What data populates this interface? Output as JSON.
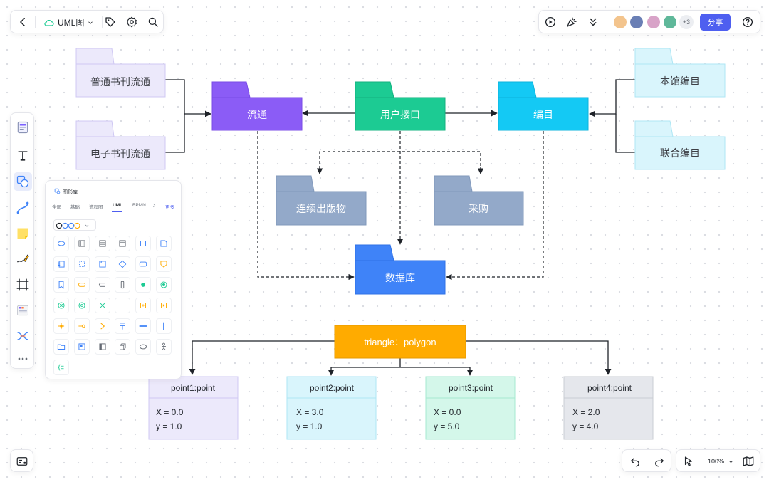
{
  "toolbar": {
    "doc_title": "UML图",
    "more_collaborators": "+3",
    "share_label": "分享"
  },
  "shape_library": {
    "title": "图形库",
    "tabs": [
      "全部",
      "基础",
      "流程图",
      "UML",
      "BPMN"
    ],
    "more": "更多",
    "active_tab": "UML"
  },
  "zoom": {
    "level": "100%"
  },
  "diagram": {
    "packages": {
      "putong": "普通书刊流通",
      "dianzi": "电子书刊流通",
      "liutong": "流通",
      "yonghu": "用户接口",
      "bianmu": "编目",
      "benguan": "本馆编目",
      "lianhe": "联合编目",
      "lianxu": "连续出版物",
      "caigou": "采购",
      "shujuku": "数据库"
    },
    "classes": {
      "triangle": "triangle：polygon",
      "p1": {
        "title": "point1:point",
        "x": "X = 0.0",
        "y": "y = 1.0"
      },
      "p2": {
        "title": "point2:point",
        "x": "X = 3.0",
        "y": "y = 1.0"
      },
      "p3": {
        "title": "point3:point",
        "x": "X = 0.0",
        "y": "y = 5.0"
      },
      "p4": {
        "title": "point4:point",
        "x": "X = 2.0",
        "y": "y = 4.0"
      }
    }
  },
  "colors": {
    "accent": "#4e5ff0",
    "purple": "#8b5cf6",
    "green": "#1ccb93",
    "cyan": "#14c9f4",
    "blue": "#3f83f8",
    "slate": "#93a9c9",
    "orange": "#ffab00"
  }
}
